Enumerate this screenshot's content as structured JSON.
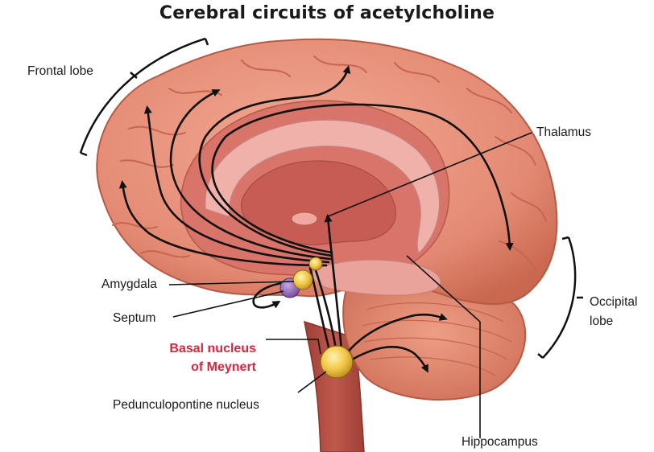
{
  "title": "Cerebral circuits of acetylcholine",
  "labels": {
    "frontal_lobe": "Frontal lobe",
    "thalamus": "Thalamus",
    "occipital_lobe_line1": "Occipital",
    "occipital_lobe_line2": "lobe",
    "amygdala": "Amygdala",
    "septum": "Septum",
    "basal_nucleus_line1": "Basal nucleus",
    "basal_nucleus_line2": "of Meynert",
    "pedunculopontine": "Pedunculopontine nucleus",
    "hippocampus": "Hippocampus"
  },
  "colors": {
    "cortex": "#e9937e",
    "cortex_dark": "#c0624f",
    "inner": "#d86e62",
    "corpus_callosum": "#f0b3ad",
    "cerebellum": "#e08a73",
    "brainstem": "#b6534a",
    "pathway": "#111111",
    "highlight_label": "#d7263d",
    "nucleus": "#f3c94b"
  }
}
